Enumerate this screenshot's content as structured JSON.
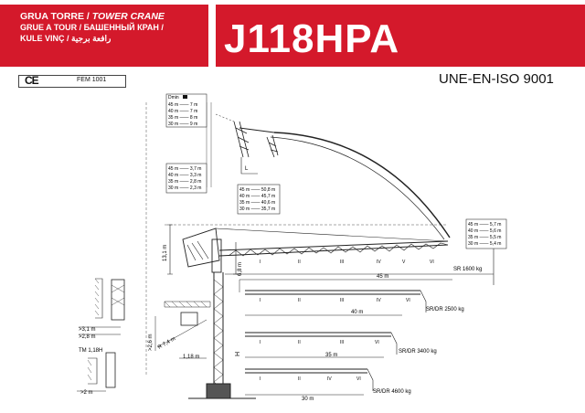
{
  "header": {
    "line1_a": "GRUA TORRE / ",
    "line1_b": "TOWER CRANE",
    "line2": "GRUE A TOUR / БАШЕННЫЙ КРАН /",
    "line3": "KULE VINÇ / رافعة برجية",
    "model": "J118HPA"
  },
  "certifications": {
    "ce": "CE",
    "fem": "FEM 1001",
    "iso": "UNE-EN-ISO 9001"
  },
  "luffing_table": {
    "header": "Dmin",
    "rows": [
      "45 m —— 7 m",
      "40 m —— 7 m",
      "35 m —— 8 m",
      "30 m —— 9 m"
    ]
  },
  "l_table": {
    "label": "L",
    "rows": [
      "45 m —— 3,7 m",
      "40 m —— 3,3 m",
      "35 m —— 2,8 m",
      "30 m —— 2,3 m"
    ]
  },
  "height_table": {
    "rows": [
      "45 m —— 50,8 m",
      "40 m —— 45,7 m",
      "35 m —— 40,6 m",
      "30 m —— 35,7 m"
    ]
  },
  "right_table": {
    "rows": [
      "45 m —— 5,7 m",
      "40 m —— 5,6 m",
      "35 m —— 5,5 m",
      "30 m —— 5,4 m"
    ]
  },
  "dimensions": {
    "height_13_1": "13,1 m",
    "height_6_8": "6,8 m",
    "h": "H",
    "clear_3_1": ">3,1 m",
    "clear_2_8": ">2,8 m",
    "tm": "TM 1,18H",
    "clear_2": ">2 m",
    "r7_4": "R 7,4 m",
    "clear_2_6": ">2,6 m",
    "base_1_18": "1,18 m"
  },
  "jib_configs": [
    {
      "length": "45 m",
      "load": "SR  1600 kg",
      "sections": [
        "I",
        "II",
        "III",
        "IV",
        "V",
        "VI"
      ]
    },
    {
      "length": "40 m",
      "load": "SR/DR  2500 kg",
      "sections": [
        "I",
        "II",
        "III",
        "IV",
        "VI"
      ]
    },
    {
      "length": "35 m",
      "load": "SR/DR  3400 kg",
      "sections": [
        "I",
        "II",
        "III",
        "VI"
      ]
    },
    {
      "length": "30 m",
      "load": "SR/DR  4600 kg",
      "sections": [
        "I",
        "II",
        "IV",
        "VI"
      ]
    }
  ]
}
